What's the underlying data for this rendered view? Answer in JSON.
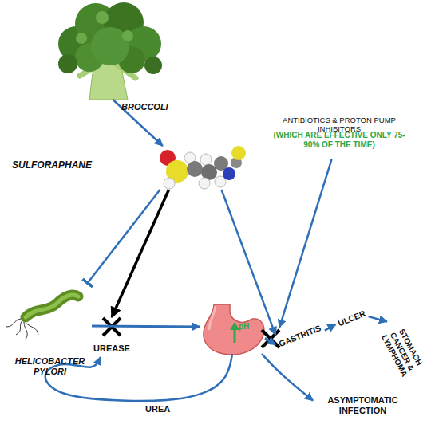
{
  "diagram": {
    "nodes": [
      {
        "text": [
          "BROCCOLI"
        ]
      },
      {
        "text": [
          "SULFORAPHANE"
        ]
      },
      {
        "text": [
          "ANTIBIOTICS & PROTON PUMP INHIBITORS",
          "(WHICH ARE EFFECTIVE ONLY 75-90% OF THE TIME)"
        ]
      },
      {
        "text": [
          "HELICOBACTER PYLORI"
        ]
      },
      {
        "text": [
          "UREASE"
        ]
      },
      {
        "text": [
          "pH"
        ]
      },
      {
        "text": [
          "GASTRITIS"
        ]
      },
      {
        "text": [
          "ULCER"
        ]
      },
      {
        "text": [
          "STOMACH CANCER & LYMPHOMA"
        ]
      },
      {
        "text": [
          "ASYMPTOMATIC INFECTION"
        ]
      }
    ],
    "edges": [
      {
        "from": 0,
        "to": 1,
        "arrow": "to"
      },
      {
        "from": 1,
        "to": 3,
        "arrow": "to"
      },
      {
        "from": 1,
        "to": 4,
        "arrow": "to"
      },
      {
        "from": 1,
        "to": 6,
        "arrow": "to"
      },
      {
        "from": 2,
        "to": 6,
        "arrow": "to"
      },
      {
        "from": 3,
        "to": 5,
        "arrow": "to"
      },
      {
        "from": 5,
        "to": 6,
        "arrow": "to"
      },
      {
        "from": 6,
        "to": 7,
        "arrow": "to"
      },
      {
        "from": 7,
        "to": 8,
        "arrow": "to"
      },
      {
        "from": 5,
        "to": 9,
        "arrow": "to"
      },
      {
        "from": 5,
        "to": 4,
        "label": "UREA",
        "arrow": "to"
      }
    ]
  }
}
